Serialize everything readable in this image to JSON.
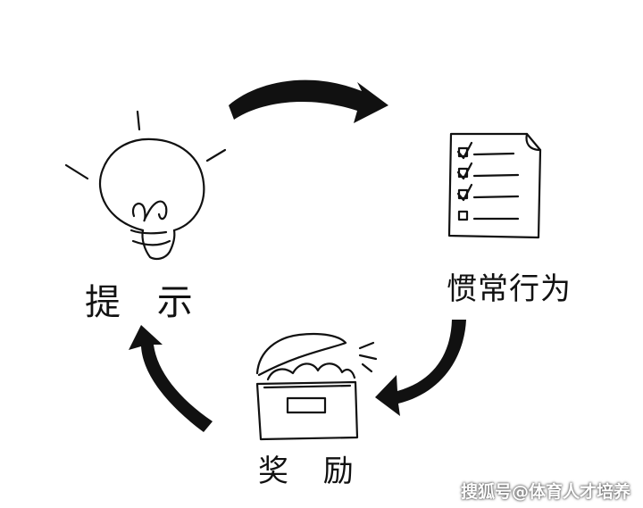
{
  "diagram": {
    "nodes": [
      {
        "id": "cue",
        "label": "提 示",
        "icon": "lightbulb-icon"
      },
      {
        "id": "routine",
        "label": "惯常行为",
        "icon": "checklist-icon"
      },
      {
        "id": "reward",
        "label": "奖 励",
        "icon": "treasure-box-icon"
      }
    ],
    "edges": [
      {
        "from": "cue",
        "to": "routine"
      },
      {
        "from": "routine",
        "to": "reward"
      },
      {
        "from": "reward",
        "to": "cue"
      }
    ]
  },
  "watermark": "搜狐号@体育人才培养",
  "colors": {
    "ink": "#111111",
    "background": "#ffffff"
  }
}
